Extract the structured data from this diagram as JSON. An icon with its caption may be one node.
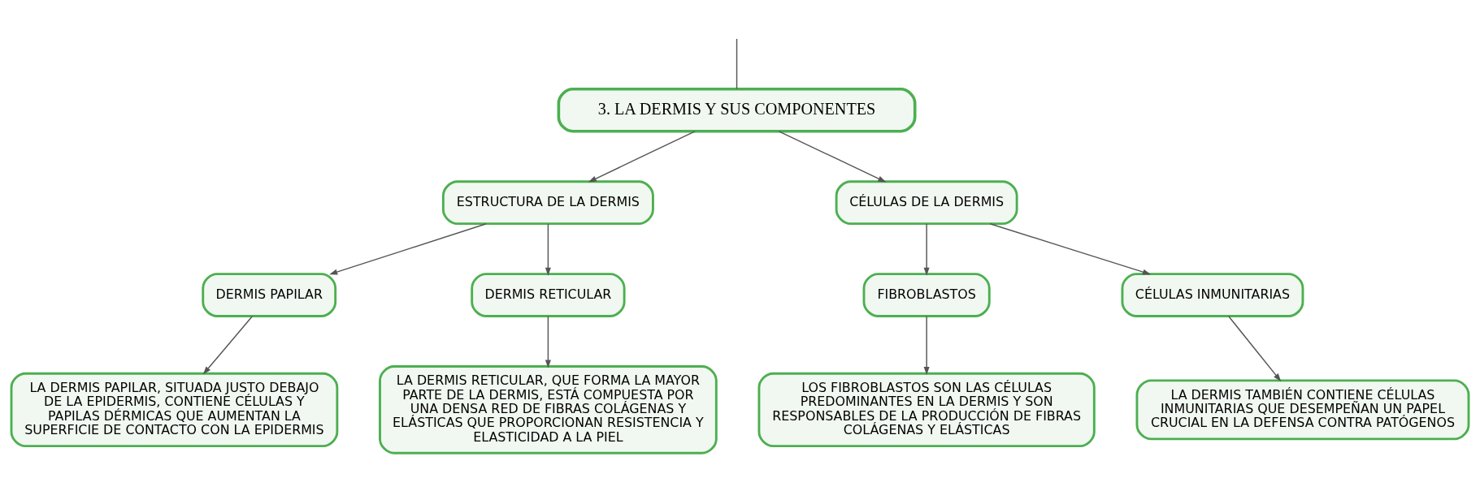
{
  "diagram": {
    "nodes": [
      {
        "text": [
          "3. LA DERMIS Y SUS COMPONENTES"
        ]
      },
      {
        "text": [
          "ESTRUCTURA DE LA DERMIS"
        ]
      },
      {
        "text": [
          "CÉLULAS DE LA DERMIS"
        ]
      },
      {
        "text": [
          "DERMIS PAPILAR"
        ]
      },
      {
        "text": [
          "DERMIS RETICULAR"
        ]
      },
      {
        "text": [
          "FIBROBLASTOS"
        ]
      },
      {
        "text": [
          "CÉLULAS INMUNITARIAS"
        ]
      },
      {
        "text": [
          "LA DERMIS PAPILAR, SITUADA JUSTO DEBAJO DE LA EPIDERMIS, CONTIENE CÉLULAS Y PAPILAS DÉRMICAS QUE AUMENTAN LA SUPERFICIE DE CONTACTO CON LA EPIDERMIS"
        ]
      },
      {
        "text": [
          "LA DERMIS RETICULAR, QUE FORMA LA MAYOR PARTE DE LA DERMIS, ESTÁ COMPUESTA POR UNA DENSA RED DE FIBRAS COLÁGENAS Y ELÁSTICAS QUE PROPORCIONAN RESISTENCIA Y ELASTICIDAD A LA PIEL"
        ]
      },
      {
        "text": [
          "LOS FIBROBLASTOS SON LAS CÉLULAS PREDOMINANTES EN LA DERMIS Y SON RESPONSABLES DE LA PRODUCCIÓN DE FIBRAS COLÁGENAS Y ELÁSTICAS"
        ]
      },
      {
        "text": [
          "LA DERMIS TAMBIÉN CONTIENE CÉLULAS INMUNITARIAS QUE DESEMPEÑAN UN PAPEL CRUCIAL EN LA DEFENSA CONTRA PATÓGENOS"
        ]
      }
    ],
    "edges": [
      {
        "from": null,
        "to": 0,
        "arrow": "none"
      },
      {
        "from": 0,
        "to": 1,
        "arrow": "to"
      },
      {
        "from": 0,
        "to": 2,
        "arrow": "to"
      },
      {
        "from": 1,
        "to": 3,
        "arrow": "to"
      },
      {
        "from": 1,
        "to": 4,
        "arrow": "to"
      },
      {
        "from": 2,
        "to": 5,
        "arrow": "to"
      },
      {
        "from": 2,
        "to": 6,
        "arrow": "to"
      },
      {
        "from": 3,
        "to": 7,
        "arrow": "to"
      },
      {
        "from": 4,
        "to": 8,
        "arrow": "to"
      },
      {
        "from": 5,
        "to": 9,
        "arrow": "to"
      },
      {
        "from": 6,
        "to": 10,
        "arrow": "to"
      }
    ]
  }
}
